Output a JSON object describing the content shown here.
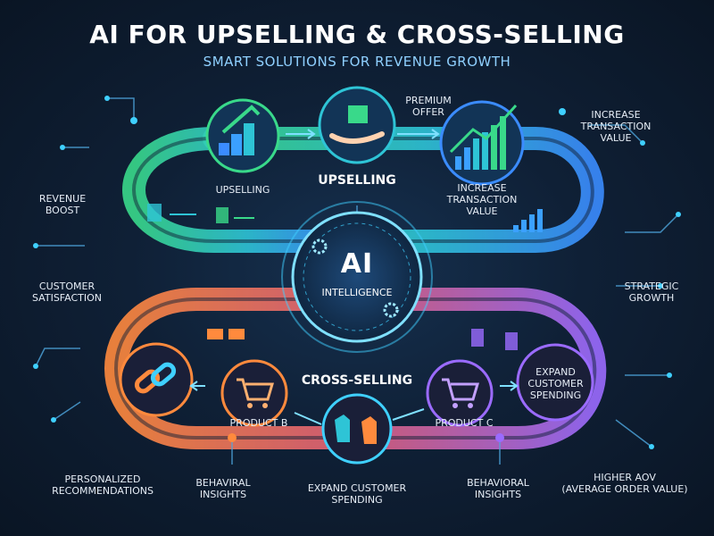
{
  "header": {
    "title": "AI FOR UPSELLING & CROSS-SELLING",
    "subtitle": "SMART SOLUTIONS FOR REVENUE GROWTH"
  },
  "center": {
    "ai": "AI",
    "intelligence": "INTELLIGENCE"
  },
  "upselling": {
    "heading": "UPSELLING",
    "icon_label": "UPSELLING",
    "premium_offer": [
      "PREMIUM",
      "OFFER"
    ],
    "increase_inner": [
      "INCREASE",
      "TRANSACTION",
      "VALUE"
    ],
    "increase_outer": [
      "INCREASE",
      "TRANSACTION",
      "VALUE"
    ]
  },
  "cross_selling": {
    "heading": "CROSS-SELLING",
    "product_b": "PRODUCT B",
    "product_c": "PRODUCT C",
    "expand_inner": [
      "EXPAND",
      "CUSTOMER",
      "SPENDING"
    ],
    "expand_bottom": [
      "EXPAND CUSTOMER",
      "SPENDING"
    ]
  },
  "side_labels": {
    "revenue_boost": [
      "REVENUE",
      "BOOST"
    ],
    "customer_satisfaction": [
      "CUSTOMER",
      "SATISFACTION"
    ],
    "strategic_growth": [
      "STRATEGIC",
      "GROWTH"
    ],
    "personalized": [
      "PERSONALIZED",
      "RECOMMENDATIONS"
    ],
    "behavioral_left": [
      "BEHAVIRAL",
      "INSIGHTS"
    ],
    "behavioral_right": [
      "BEHAVIORAL",
      "INSIGHTS"
    ],
    "higher_aov": [
      "HIGHER AOV",
      "(AVERAGE ORDER VALUE)"
    ]
  },
  "colors": {
    "green": "#39d98a",
    "teal": "#2ec4d6",
    "blue": "#3b8cff",
    "orange": "#ff8a3d",
    "purple": "#9b6bff",
    "background": "#0f2036"
  },
  "icons": [
    "growth-bars-icon",
    "hand-box-icon",
    "bar-chart-icon",
    "document-icon",
    "link-icon",
    "cart-icon",
    "shirts-icon",
    "gear-icon",
    "envelope-icon"
  ]
}
